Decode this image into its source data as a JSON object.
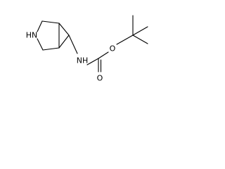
{
  "molecule": {
    "atom_labels": {
      "ring_nitrogen": "HN",
      "amide_nitrogen": "NH",
      "carbonyl_oxygen": "O",
      "ester_oxygen": "O"
    },
    "colors": {
      "bond": "#000000",
      "background": "#ffffff"
    }
  }
}
